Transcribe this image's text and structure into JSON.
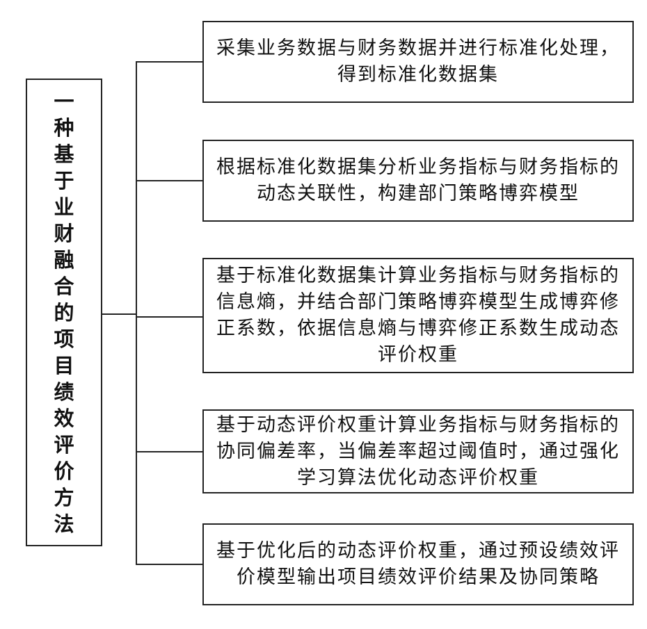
{
  "main": {
    "title": "一种基于业财融合的项目绩效评价方法"
  },
  "steps": [
    {
      "text": "采集业务数据与财务数据并进行标准化处理，得到标准化数据集"
    },
    {
      "text": "根据标准化数据集分析业务指标与财务指标的动态关联性，构建部门策略博弈模型"
    },
    {
      "text": "基于标准化数据集计算业务指标与财务指标的信息熵，并结合部门策略博弈模型生成博弈修正系数，依据信息熵与博弈修正系数生成动态评价权重"
    },
    {
      "text": "基于动态评价权重计算业务指标与财务指标的协同偏差率，当偏差率超过阈值时，通过强化学习算法优化动态评价权重"
    },
    {
      "text": "基于优化后的动态评价权重，通过预设绩效评价模型输出项目绩效评价结果及协同策略"
    }
  ]
}
